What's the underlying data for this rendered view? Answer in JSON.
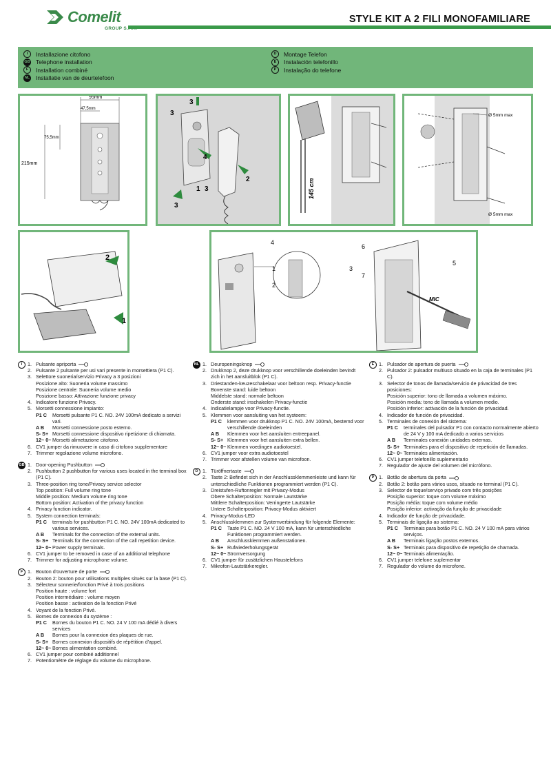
{
  "header": {
    "brand": "Comelit",
    "brand_sub": "GROUP S.P.A.",
    "title": "STYLE KIT A 2 FILI MONOFAMILIARE"
  },
  "languages": {
    "left": [
      {
        "code": "I",
        "label": "Installazione citofono",
        "inverted": false
      },
      {
        "code": "GB",
        "label": "Telephone installation",
        "inverted": true
      },
      {
        "code": "F",
        "label": "Installation combiné",
        "inverted": false
      },
      {
        "code": "NL",
        "label": "Installatie van de deurtelefoon",
        "inverted": true
      }
    ],
    "right": [
      {
        "code": "D",
        "label": "Montage Telefon",
        "inverted": false
      },
      {
        "code": "E",
        "label": "Instalación telefonillo",
        "inverted": false
      },
      {
        "code": "P",
        "label": "Instalação do telefone",
        "inverted": false
      }
    ]
  },
  "figures": {
    "dim_width": "95mm",
    "dim_half": "47,5mm",
    "dim_upper": "75,5mm",
    "dim_height": "215mm",
    "height_mount": "145 cm",
    "screw_top": "Ø 5mm max",
    "screw_bottom": "Ø 5mm max",
    "mic_label": "MIC",
    "step_labels": [
      "1",
      "2",
      "3",
      "4"
    ],
    "detail_labels": [
      "1",
      "2",
      "3",
      "4",
      "5",
      "6",
      "7"
    ]
  },
  "sections": {
    "it": {
      "code": "I",
      "items": [
        {
          "n": "1.",
          "text": "Pulsante apriporta"
        },
        {
          "n": "2.",
          "text": "Pulsante 2 pulsante per usi vari presente in morsettiera (P1 C)."
        },
        {
          "n": "3.",
          "text": "Selettore suoneria/servizio Privacy a 3 posizioni"
        }
      ],
      "subs": [
        "Posizione alto: Suoneria volume massimo",
        "Posizione centrale: Suoneria volume medio",
        "Posizione basso: Attivazione funzione privacy"
      ],
      "items2": [
        {
          "n": "4.",
          "text": "Indicatore funzione Privacy."
        },
        {
          "n": "5.",
          "text": "Morsetti connessione impianto:"
        }
      ],
      "terms": [
        {
          "k": "P1 C",
          "v": "Morsetti pulsante P1 C. NO. 24V 100mA dedicato a servizi vari."
        },
        {
          "k": "A B",
          "v": "Morsetti connessione posto esterno."
        },
        {
          "k": "S- S+",
          "v": "Morsetti connessione dispositivo ripetizione di chiamata."
        },
        {
          "k": "12~ 0~",
          "v": "Morsetti alimetazione citofono."
        }
      ],
      "items3": [
        {
          "n": "6.",
          "text": "CV1 jumper da rimuovere in caso di citofono supplementare"
        },
        {
          "n": "7.",
          "text": "Trimmer regolazione volume microfono."
        }
      ]
    },
    "gb": {
      "code": "GB",
      "items": [
        {
          "n": "1.",
          "text": "Door-opening Pushbutton"
        },
        {
          "n": "2.",
          "text": "Pushbutton 2 pushbutton for various uses located in the terminal box (P1 C)."
        },
        {
          "n": "3.",
          "text": "Three-position ring tone/Privacy service selector"
        }
      ],
      "subs": [
        "Top position: Full volume ring tone",
        "Middle position: Medium volume ring tone",
        "Bottom position: Activation of the privacy function"
      ],
      "items2": [
        {
          "n": "4.",
          "text": "Privacy function indicator."
        },
        {
          "n": "5.",
          "text": "System connection terminals:"
        }
      ],
      "terms": [
        {
          "k": "P1 C",
          "v": "terminals for pushbutton P1 C. NO. 24V 100mA dedicated to various services."
        },
        {
          "k": "A B",
          "v": "Terminals for the connection of the external units."
        },
        {
          "k": "S- S+",
          "v": "Terminals for the connection of the call repetition device."
        },
        {
          "k": "12~ 0~",
          "v": "Power supply terminals."
        }
      ],
      "items3": [
        {
          "n": "6.",
          "text": "CV1 jumper to be removed in case of an additional telephone"
        },
        {
          "n": "7.",
          "text": "Trimmer for adjusting microphone volume."
        }
      ]
    },
    "fr": {
      "code": "F",
      "items": [
        {
          "n": "1.",
          "text": "Bouton d'ouverture de porte"
        },
        {
          "n": "2.",
          "text": "Bouton 2: bouton pour utilisations multiples situés sur la base (P1 C)."
        },
        {
          "n": "3.",
          "text": "Sélecteur sonnerie/fonction Privé à trois positions"
        }
      ],
      "subs": [
        "Position haute  : volume fort",
        "Position intermédiaire  : volume moyen",
        "Position basse  : activation de la fonction Privé"
      ],
      "items2": [
        {
          "n": "4.",
          "text": "Voyant de la fonction Privé."
        },
        {
          "n": "5.",
          "text": "Bornes de connexion du système  :"
        }
      ],
      "terms": [
        {
          "k": "P1 C",
          "v": "Bornes du bouton P1 C. NO. 24  V 100  mA dédié à divers services"
        },
        {
          "k": "A B",
          "v": "Bornes pour la connexion des plaques de rue."
        },
        {
          "k": "S- S+",
          "v": "Bornes connexion dispositifs de répétition d'appel."
        },
        {
          "k": "12~ 0~",
          "v": "Bornes alimentation combiné."
        }
      ],
      "items3": [
        {
          "n": "6.",
          "text": "CV1 jumper pour combiné additionnel"
        },
        {
          "n": "7.",
          "text": "Potentiomètre de réglage du volume du microphone."
        }
      ]
    },
    "nl": {
      "code": "NL",
      "items": [
        {
          "n": "1.",
          "text": "Deuropeningsknop"
        },
        {
          "n": "2.",
          "text": "Drukknop 2, deze drukknop voor verschillende doeleinden bevindt zich in het aansluitblok (P1 C)."
        },
        {
          "n": "3.",
          "text": "Driestanden-keuzeschakelaar voor beltoon resp. Privacy-functie"
        }
      ],
      "subs": [
        "Bovenste stand: luide beltoon",
        "Middelste stand: normale beltoon",
        "Onderste stand: inschakelen Privacy-functie"
      ],
      "items2": [
        {
          "n": "4.",
          "text": "Indicatielampje voor Privacy-functie."
        },
        {
          "n": "5.",
          "text": "Klemmen voor aansluiting van het systeem:"
        }
      ],
      "terms": [
        {
          "k": "P1 C",
          "v": "klemmen voor drukknop P1 C. NO. 24V 100mA, bestemd voor verschillende doeleinden"
        },
        {
          "k": "A B",
          "v": "Klemmen  voor het aansluiten entreepanel."
        },
        {
          "k": "S- S+",
          "v": "Klemmen voor het aansluiten extra bellen."
        },
        {
          "k": "12~ 0~",
          "v": "Klemmen voedingen audiotoestel."
        }
      ],
      "items3": [
        {
          "n": "6.",
          "text": "CV1 jumper voor extra audiotoestel"
        },
        {
          "n": "7.",
          "text": "Trimmer voor afstellen volume van microfoon."
        }
      ]
    },
    "de": {
      "code": "D",
      "items": [
        {
          "n": "1.",
          "text": "Türöffnertaste"
        },
        {
          "n": "2.",
          "text": "Taste 2: Befindet sich in der Anschlussklemmenleiste und kann für unterschiedliche Funktionen programmiert werden (P1 C)."
        },
        {
          "n": "3.",
          "text": "Dreistufen-Ruftonregler mit Privacy-Modus"
        }
      ],
      "subs": [
        "Obere Schalterposition: Normale Lautstärke",
        "Mittlere Schalterposition: Verringerte Lautstärke",
        "Untere Schalterposition: Privacy-Modus aktiviert"
      ],
      "items2": [
        {
          "n": "4.",
          "text": "Privacy-Modus-LED"
        },
        {
          "n": "5.",
          "text": "Anschlussklemmen zur Systemverbindung für folgende Elemente:"
        }
      ],
      "terms": [
        {
          "k": "P1 C",
          "v": "Taste P1 C. NO. 24 V 100 mA, kann für unterschiedliche Funktionen programmiert werden."
        },
        {
          "k": "A B",
          "v": "Anschlussklemmen außenstationen."
        },
        {
          "k": "S- S+",
          "v": "Rufwiederholungsgerät"
        },
        {
          "k": "12~ 0~",
          "v": "Stromversorgung"
        }
      ],
      "items3": [
        {
          "n": "6.",
          "text": "CV1 jumper für zusätzlichen Haustelefons"
        },
        {
          "n": "7.",
          "text": "Mikrofon-Lautstärkeregler."
        }
      ]
    },
    "es": {
      "code": "E",
      "items": [
        {
          "n": "1.",
          "text": "Pulsador de apertura de puerta"
        },
        {
          "n": "2.",
          "text": "Pulsador 2: pulsador multiuso situado en la caja de terminales (P1 C)."
        },
        {
          "n": "3.",
          "text": "Selector de tonos de llamada/servicio de privacidad de tres posiciones:"
        }
      ],
      "subs": [
        "Posición superior: tono de llamada a volumen máximo.",
        "Posición media: tono de llamada a volumen medio.",
        "Posición inferior: activación de la función de privacidad."
      ],
      "items2": [
        {
          "n": "4.",
          "text": "Indicador de función de privacidad."
        },
        {
          "n": "5.",
          "text": "Terminales de conexión del sistema:"
        }
      ],
      "terms": [
        {
          "k": "P1 C",
          "v": "terminales del pulsador P1 con contacto normalmente abierto de 24 V y 100 mA dedicado a varios servicios"
        },
        {
          "k": "A B",
          "v": "Terminales conexión unidades externas."
        },
        {
          "k": "S- S+",
          "v": "Terminales para el dispositivo de repetición de llamadas."
        },
        {
          "k": "12~ 0~",
          "v": "Terminales alimentación."
        }
      ],
      "items3": [
        {
          "n": "6.",
          "text": "CV1 jumper telefonillo suplementario"
        },
        {
          "n": "7.",
          "text": "Regulador de ajuste del volumen del micrófono."
        }
      ]
    },
    "pt": {
      "code": "P",
      "items": [
        {
          "n": "1.",
          "text": "Botão de abertura da porta"
        },
        {
          "n": "2.",
          "text": "Botão 2: botão para vários usos, situado no terminal (P1 C)."
        },
        {
          "n": "3.",
          "text": "Selector de toque/serviço privado com três posições"
        }
      ],
      "subs": [
        "Posição superior: toque com volume máximo",
        "Posição média: toque com volume médio",
        "Posição inferior: activação da função de privacidade"
      ],
      "items2": [
        {
          "n": "4.",
          "text": "Indicador de função de privacidade."
        },
        {
          "n": "5.",
          "text": "Terminais de ligação ao sistema:"
        }
      ],
      "terms": [
        {
          "k": "P1 C",
          "v": "Terminais para botão P1 C. NO. 24 V 100 mA para vários serviços."
        },
        {
          "k": "A B",
          "v": "Terminais ligação postos externos."
        },
        {
          "k": "S- S+",
          "v": "Terminais para dispositivo de repetição de chamada."
        },
        {
          "k": "12~ 0~",
          "v": "Terminais alimentação."
        }
      ],
      "items3": [
        {
          "n": "6.",
          "text": "CV1 jumper telefone suplementar"
        },
        {
          "n": "7.",
          "text": "Regulador do volume do microfone."
        }
      ]
    }
  }
}
